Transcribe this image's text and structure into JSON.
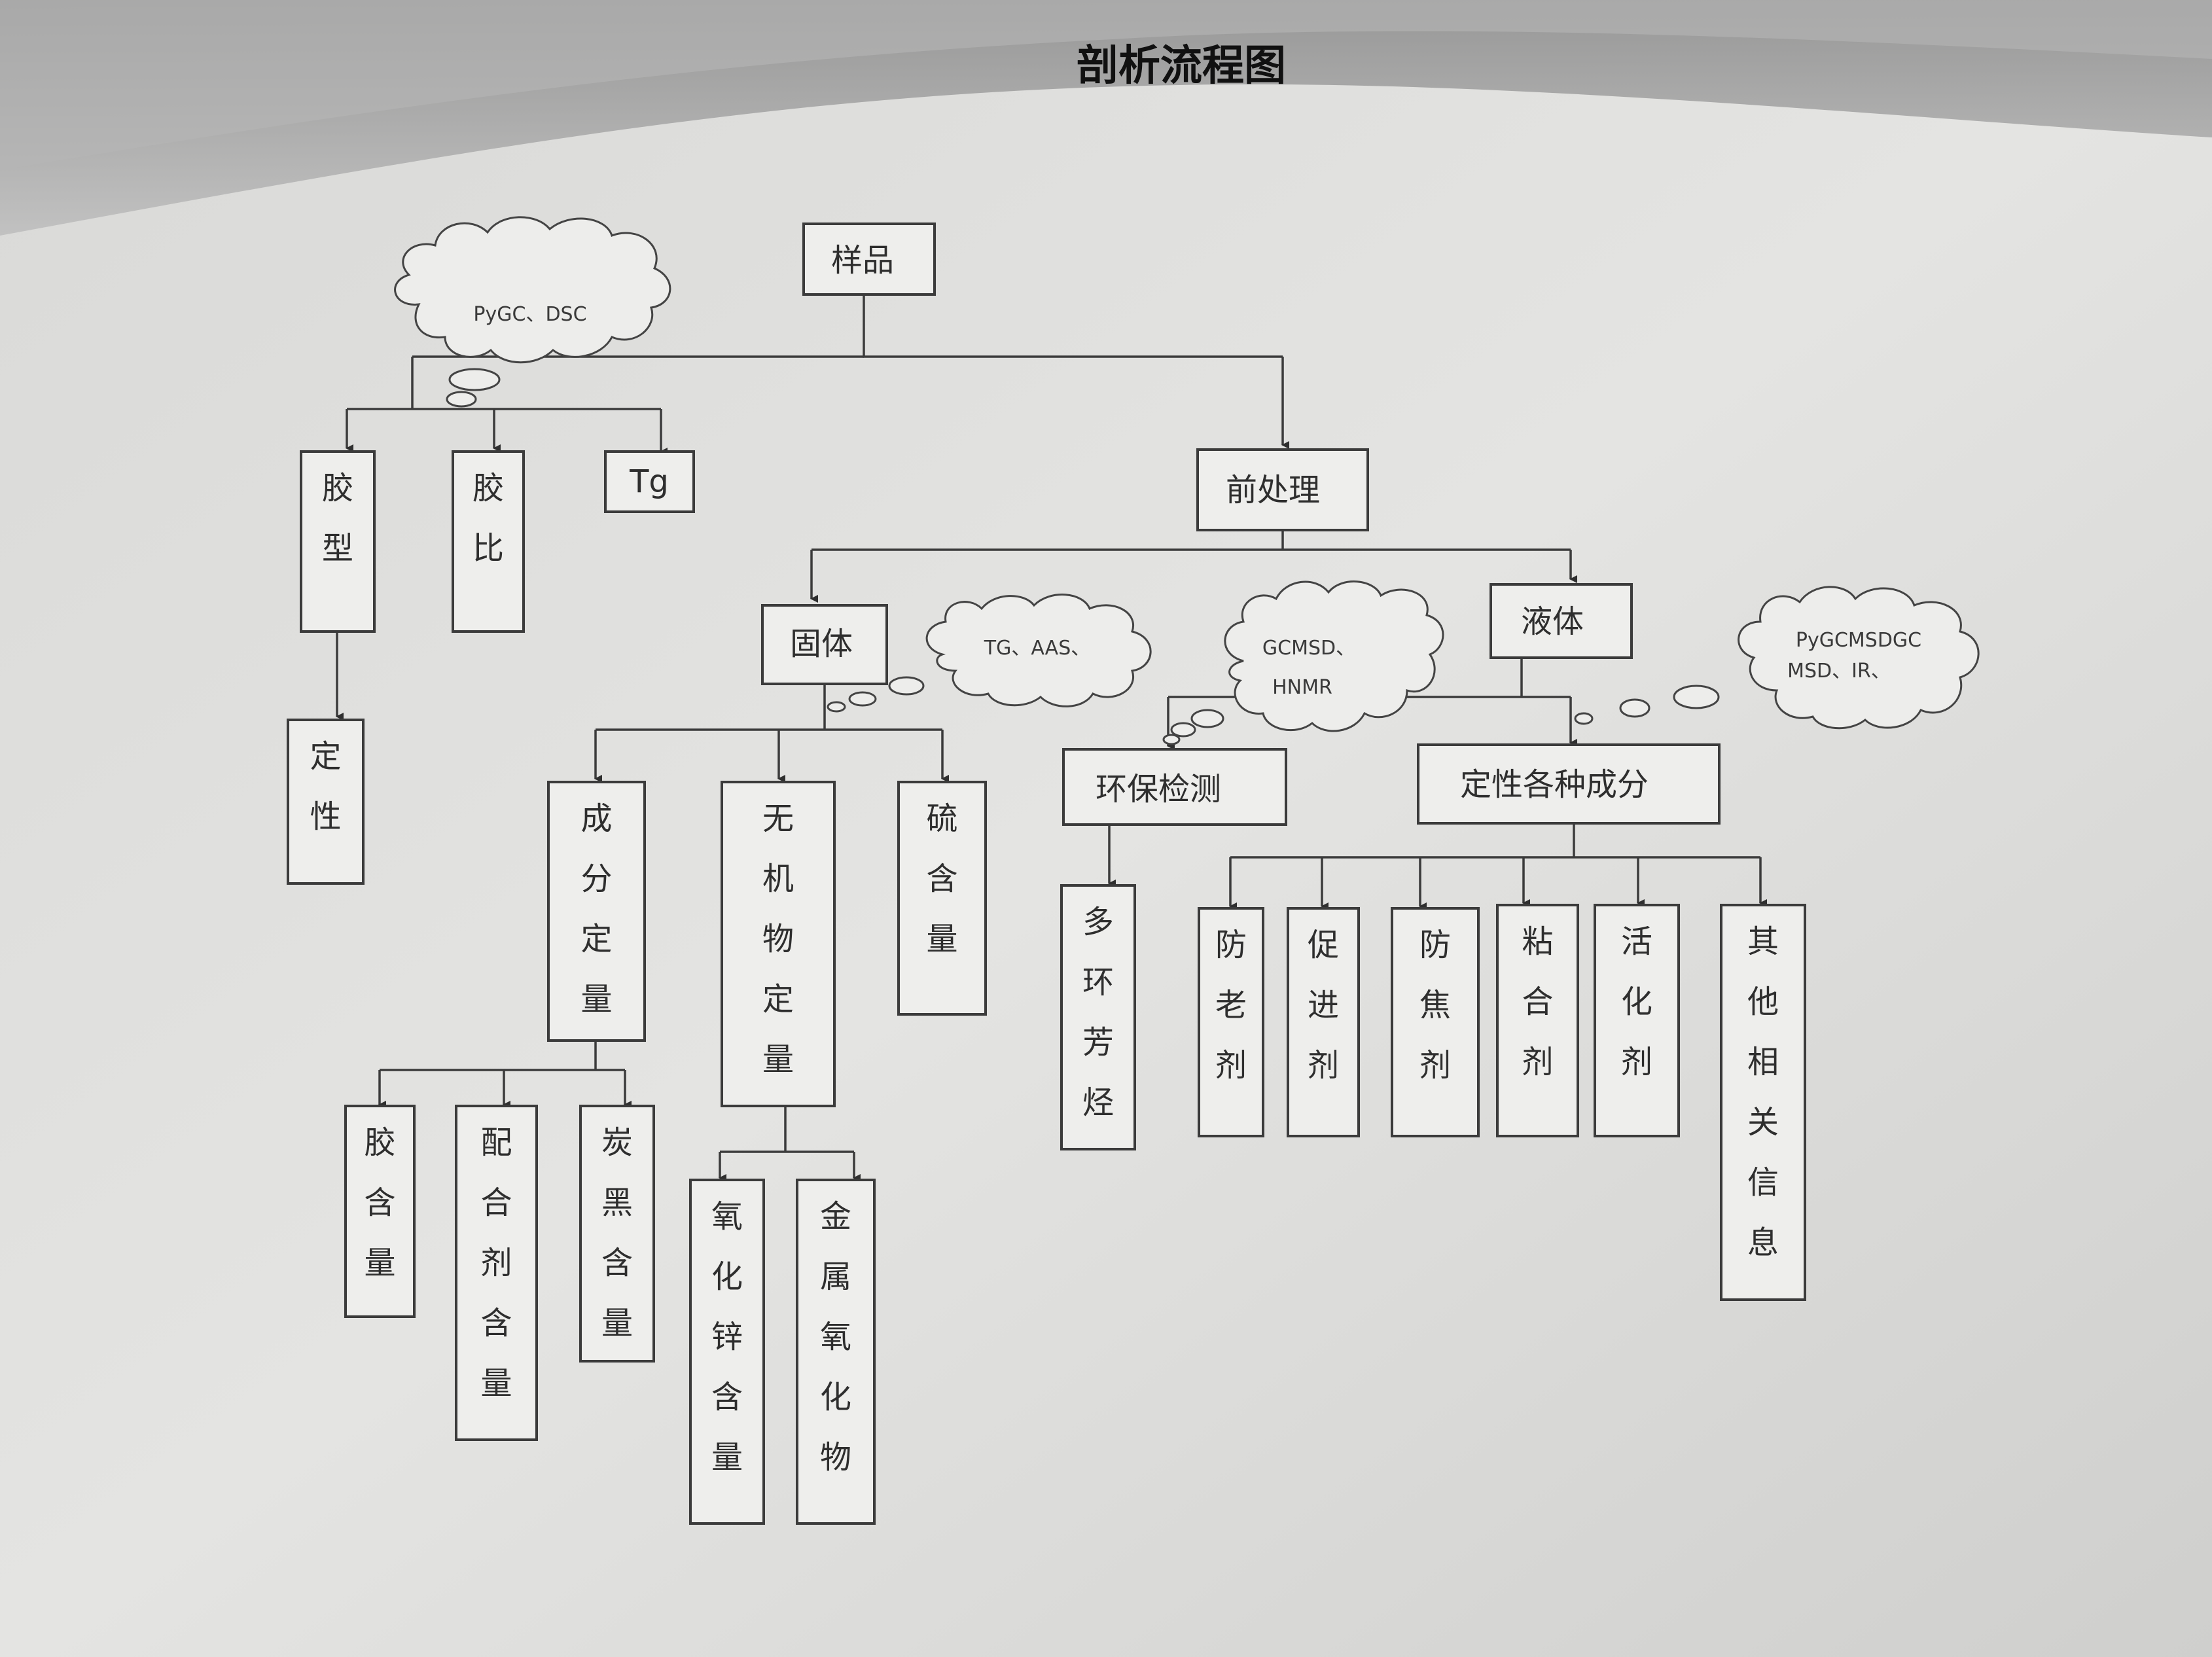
{
  "title": "剖析流程图",
  "nodes": {
    "sample": "样品",
    "adhesive_type": "胶型",
    "adhesive_ratio": "胶比",
    "tg": "Tg",
    "qualitative_left": "定性",
    "pretreatment": "前处理",
    "solid": "固体",
    "liquid": "液体",
    "component_quant": "成分定量",
    "inorganic_quant": "无机物定量",
    "sulfur_content": "硫含量",
    "env_test": "环保检测",
    "qualitative_components": "定性各种成分",
    "rubber_content": "胶含量",
    "compounding_content": "配合剂含量",
    "carbon_black_content": "炭黑含量",
    "zinc_oxide_content": "氧化锌含量",
    "metal_oxide": "金属氧化物",
    "pah": "多环芳烃",
    "antioxidant": "防老剂",
    "accelerator": "促进剂",
    "antiscorch": "防焦剂",
    "tackifier": "粘合剂",
    "activator": "活化剂",
    "other_info": "其他相关信息"
  },
  "clouds": {
    "pygc_dsc": "PyGC、DSC",
    "tg_aas": "TG、AAS、",
    "gcmsd_line1": "GCMSD、",
    "gcmsd_line2": "HNMR",
    "pygcmsd_line1": "PyGCMSDGC",
    "pygcmsd_line2": "MSD、IR、"
  }
}
